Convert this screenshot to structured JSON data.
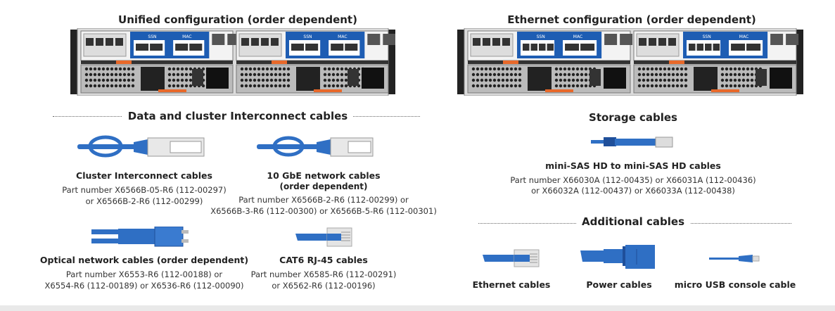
{
  "configs": [
    {
      "title": "Unified configuration (order dependent)",
      "mezz": "sfp"
    },
    {
      "title": "Ethernet configuration (order dependent)",
      "mezz": "rj45"
    }
  ],
  "chassis_labels": {
    "ssn": "SSN",
    "mac": "MAC"
  },
  "sections": {
    "data_cluster": "Data and cluster Interconnect cables",
    "storage": "Storage cables",
    "additional": "Additional cables"
  },
  "cables": {
    "cluster": {
      "title": "Cluster Interconnect cables",
      "lines": [
        "Part number X6566B-05-R6 (112-00297)",
        "or X6566B-2-R6 (112-00299)"
      ]
    },
    "gbe10": {
      "title": "10 GbE network cables",
      "subtitle": "(order dependent)",
      "lines": [
        "Part number X6566B-2-R6 (112-00299) or",
        "X6566B-3-R6 (112-00300) or X6566B-5-R6 (112-00301)"
      ]
    },
    "optical": {
      "title": "Optical network cables (order dependent)",
      "lines": [
        "Part number  X6553-R6 (112-00188) or",
        "X6554-R6 (112-00189) or X6536-R6 (112-00090)"
      ]
    },
    "cat6": {
      "title": "CAT6 RJ-45 cables",
      "lines": [
        "Part number X6585-R6 (112-00291)",
        "or X6562-R6 (112-00196)"
      ]
    },
    "minisas": {
      "title": "mini-SAS HD to mini-SAS HD cables",
      "lines": [
        "Part number X66030A (112-00435) or X66031A (112-00436)",
        "or X66032A (112-00437) or X66033A (112-00438)"
      ]
    },
    "ethernet": {
      "title": "Ethernet cables"
    },
    "power": {
      "title": "Power cables"
    },
    "usb": {
      "title": "micro USB console cable"
    }
  },
  "colors": {
    "cable_blue": "#2f6fc4",
    "dark_blue": "#1f4f9a",
    "accent_orange": "#e8692a",
    "panel_blue": "#1e5db3"
  }
}
